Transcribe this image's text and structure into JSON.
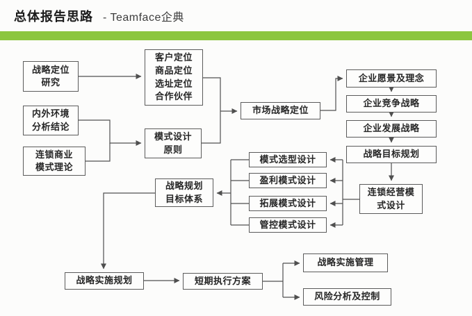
{
  "header": {
    "title": "总体报告思路",
    "subtitle": "- Teamface企典"
  },
  "colors": {
    "accent_green": "#8cc63f",
    "connector_line": "#4f4f4f",
    "box_border": "#5a5a5a",
    "text": "#262626"
  },
  "nodes": {
    "strategic_positioning_research": {
      "label": "战略定位\n研究"
    },
    "internal_external_analysis": {
      "label": "内外环境\n分析结论"
    },
    "chain_business_theory": {
      "label": "连锁商业\n模式理论"
    },
    "positioning_items": {
      "label": "客户定位\n商品定位\n选址定位\n合作伙伴"
    },
    "model_design_principles": {
      "label": "模式设计\n原则"
    },
    "market_strategic_positioning": {
      "label": "市场战略定位"
    },
    "corporate_vision": {
      "label": "企业愿景及理念"
    },
    "competitive_strategy": {
      "label": "企业竞争战略"
    },
    "development_strategy": {
      "label": "企业发展战略"
    },
    "strategic_goal_planning": {
      "label": "战略目标规划"
    },
    "model_selection_design": {
      "label": "模式选型设计"
    },
    "profit_model_design": {
      "label": "盈利模式设计"
    },
    "expansion_model_design": {
      "label": "拓展模式设计"
    },
    "control_model_design": {
      "label": "管控模式设计"
    },
    "chain_operation_model_design": {
      "label": "连锁经营模\n式设计"
    },
    "planning_goal_system": {
      "label": "战略规划\n目标体系"
    },
    "strategy_implementation_planning": {
      "label": "战略实施规划"
    },
    "short_term_execution_plan": {
      "label": "短期执行方案"
    },
    "strategy_implementation_management": {
      "label": "战略实施管理"
    },
    "risk_analysis_control": {
      "label": "风险分析及控制"
    }
  },
  "edges": [
    {
      "from": "strategic_positioning_research",
      "to": "positioning_items"
    },
    {
      "from": "internal_external_analysis",
      "to": "model_design_principles"
    },
    {
      "from": "chain_business_theory",
      "to": "model_design_principles"
    },
    {
      "from": "positioning_items",
      "to": "market_strategic_positioning"
    },
    {
      "from": "model_design_principles",
      "to": "market_strategic_positioning"
    },
    {
      "from": "market_strategic_positioning",
      "to": "corporate_vision"
    },
    {
      "from": "corporate_vision",
      "to": "competitive_strategy"
    },
    {
      "from": "competitive_strategy",
      "to": "development_strategy"
    },
    {
      "from": "development_strategy",
      "to": "strategic_goal_planning"
    },
    {
      "from": "strategic_goal_planning",
      "to": "chain_operation_model_design"
    },
    {
      "from": "chain_operation_model_design",
      "to": "model_selection_design"
    },
    {
      "from": "chain_operation_model_design",
      "to": "profit_model_design"
    },
    {
      "from": "chain_operation_model_design",
      "to": "expansion_model_design"
    },
    {
      "from": "chain_operation_model_design",
      "to": "control_model_design"
    },
    {
      "from": "model_selection_design",
      "to": "planning_goal_system"
    },
    {
      "from": "profit_model_design",
      "to": "planning_goal_system"
    },
    {
      "from": "expansion_model_design",
      "to": "planning_goal_system"
    },
    {
      "from": "control_model_design",
      "to": "planning_goal_system"
    },
    {
      "from": "planning_goal_system",
      "to": "strategy_implementation_planning"
    },
    {
      "from": "strategy_implementation_planning",
      "to": "short_term_execution_plan"
    },
    {
      "from": "short_term_execution_plan",
      "to": "strategy_implementation_management"
    },
    {
      "from": "short_term_execution_plan",
      "to": "risk_analysis_control"
    }
  ]
}
